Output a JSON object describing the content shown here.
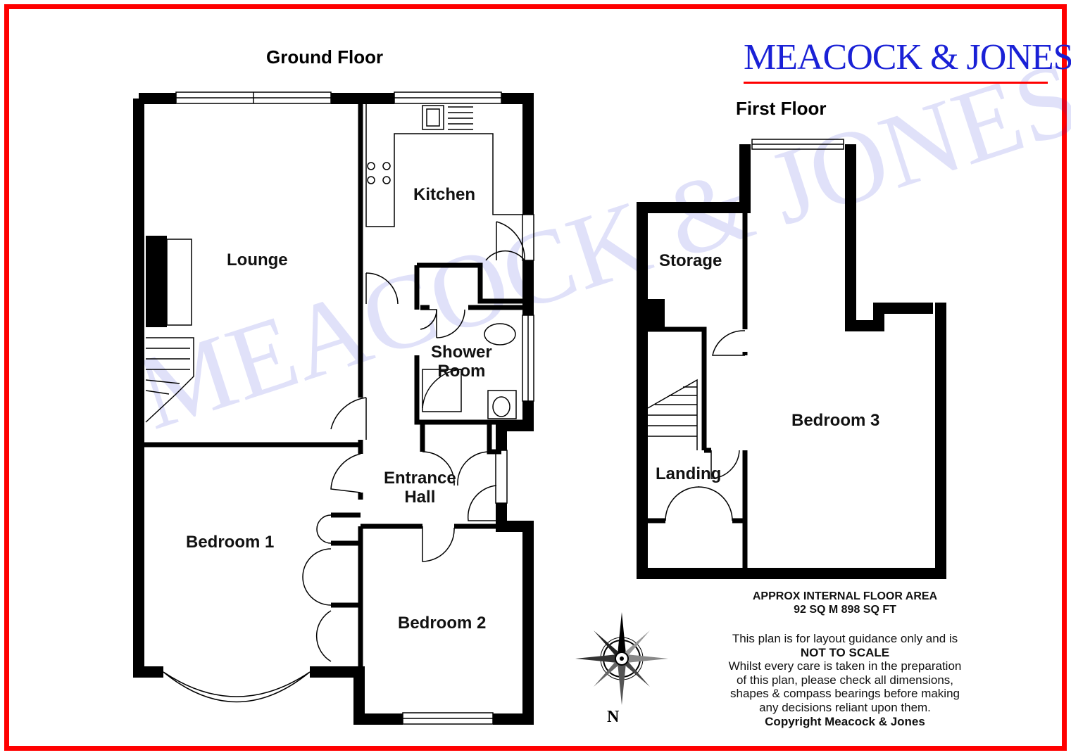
{
  "brand": {
    "logo_text": "MEACOCK & JONES",
    "watermark_text": "MEACOCK & JONES",
    "primary_color": "#1a21d6",
    "accent_color": "#ff0000"
  },
  "floors": {
    "ground": {
      "title": "Ground Floor",
      "rooms": {
        "lounge": "Lounge",
        "kitchen": "Kitchen",
        "shower_room": "Shower\nRoom",
        "entrance_hall": "Entrance\nHall",
        "bedroom_1": "Bedroom 1",
        "bedroom_2": "Bedroom 2"
      }
    },
    "first": {
      "title": "First Floor",
      "rooms": {
        "storage": "Storage",
        "landing": "Landing",
        "bedroom_3": "Bedroom 3"
      }
    }
  },
  "area": {
    "heading": "APPROX INTERNAL FLOOR AREA",
    "value": "92 SQ M 898 SQ FT"
  },
  "disclaimer": {
    "line1": "This plan is for layout guidance only and is",
    "line2": "NOT TO SCALE",
    "line3": "Whilst every care is taken in the preparation",
    "line4": "of this plan, please check all dimensions,",
    "line5": "shapes & compass bearings before making",
    "line6": "any decisions reliant upon them.",
    "line7": "Copyright Meacock & Jones"
  },
  "compass": {
    "north_label": "N",
    "icon": "compass-rose-icon"
  }
}
